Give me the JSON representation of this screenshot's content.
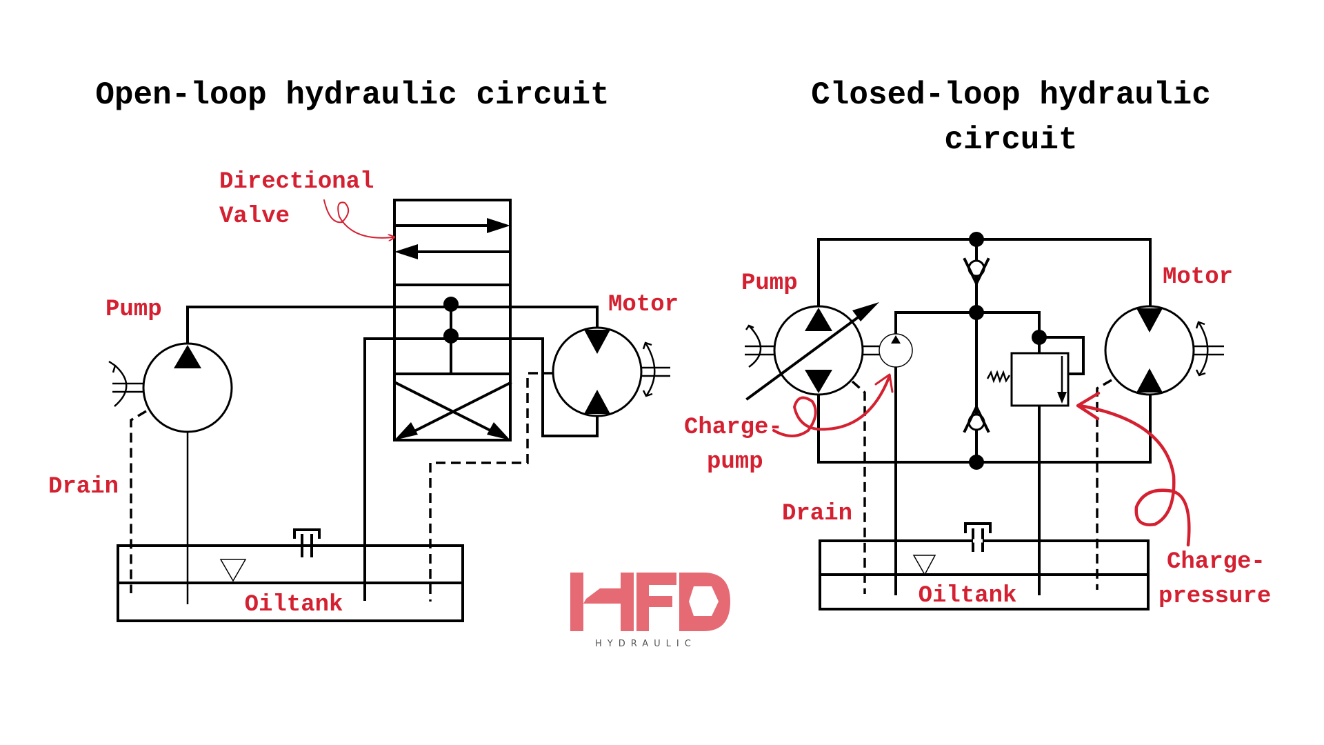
{
  "colors": {
    "label_red": "#d42030",
    "logo_red": "#e56a74",
    "line": "#000000"
  },
  "open_loop": {
    "title": "Open-loop hydraulic circuit",
    "labels": {
      "directional": "Directional",
      "valve": "Valve",
      "pump": "Pump",
      "motor": "Motor",
      "drain": "Drain",
      "oiltank": "Oiltank"
    }
  },
  "closed_loop": {
    "title_line1": "Closed-loop hydraulic",
    "title_line2": "circuit",
    "labels": {
      "pump": "Pump",
      "motor": "Motor",
      "charge_pump_line1": "Charge-",
      "charge_pump_line2": "pump",
      "drain": "Drain",
      "oiltank": "Oiltank",
      "charge_pressure_line1": "Charge-",
      "charge_pressure_line2": "pressure"
    }
  },
  "logo": {
    "mark": "HFD",
    "subtitle": "HYDRAULIC"
  },
  "icons": {
    "pump": "hydraulic-pump-symbol",
    "variable_pump": "variable-displacement-pump-symbol",
    "motor": "bidirectional-motor-symbol",
    "valve": "directional-control-valve-symbol",
    "check_valve": "check-valve-symbol",
    "relief_valve": "pressure-relief-valve-symbol",
    "tank": "oil-tank-symbol"
  }
}
